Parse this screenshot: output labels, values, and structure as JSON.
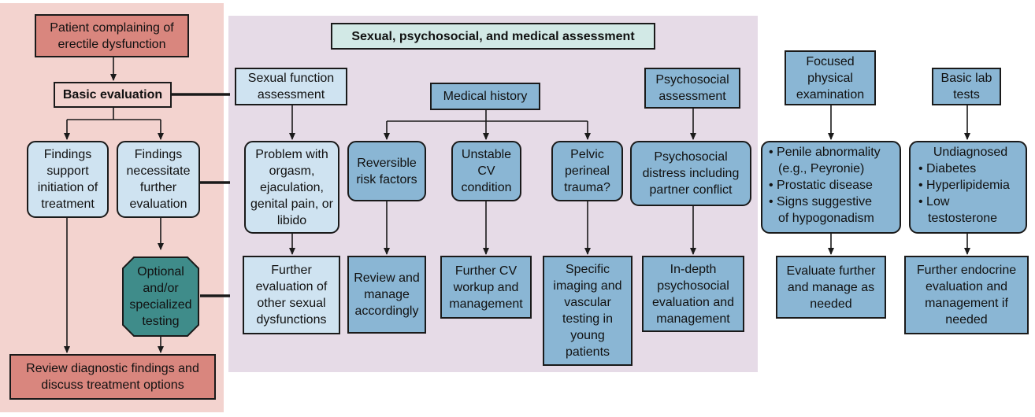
{
  "diagram": {
    "sexual_psychosocial_medical_assessment": "Sexual, psychosocial, and medical assessment",
    "patient_complaint": "Patient complaining of erectile dysfunction",
    "basic_evaluation": "Basic evaluation",
    "findings_support": "Findings support initiation of treatment",
    "findings_necessitate": "Findings necessitate further evaluation",
    "optional_testing": "Optional and/or specialized testing",
    "review_findings": "Review diagnostic findings and discuss treatment options",
    "sexual_function_assessment": "Sexual function assessment",
    "problem_with": "Problem with orgasm, ejaculation, genital pain, or libido",
    "further_eval_sexual": "Further evaluation of other sexual dysfunctions",
    "medical_history": "Medical history",
    "reversible_risk": "Reversible risk factors",
    "review_manage": "Review and manage accordingly",
    "unstable_cv": "Unstable CV condition",
    "further_cv": "Further CV workup and management",
    "pelvic_trauma": "Pelvic perineal trauma?",
    "specific_imaging": "Specific imaging and vascular testing in young patients",
    "psychosocial_assessment": "Psychosocial assessment",
    "psychosocial_distress": "Psychosocial distress including partner conflict",
    "indepth_psychosocial": "In-depth psychosocial evaluation and management",
    "focused_exam": "Focused physical examination",
    "exam_findings": [
      "• Penile abnormality",
      "(e.g., Peyronie)",
      "• Prostatic disease",
      "• Signs suggestive",
      "of hypogonadism"
    ],
    "evaluate_further": "Evaluate further and manage as needed",
    "basic_lab": "Basic lab tests",
    "lab_findings": [
      "Undiagnosed",
      "• Diabetes",
      "• Hyperlipidemia",
      "• Low",
      "testosterone"
    ],
    "further_endocrine": "Further endocrine evaluation and management if needed"
  },
  "colors": {
    "left_panel": "#f3d3cf",
    "center_panel": "#e6dbe7",
    "light_box": "#cfe3f1",
    "mid_box": "#8ab6d4",
    "salmon_box": "#d9867e",
    "teal_octagon": "#3f8c8a",
    "header_box": "#d2e9e6"
  }
}
